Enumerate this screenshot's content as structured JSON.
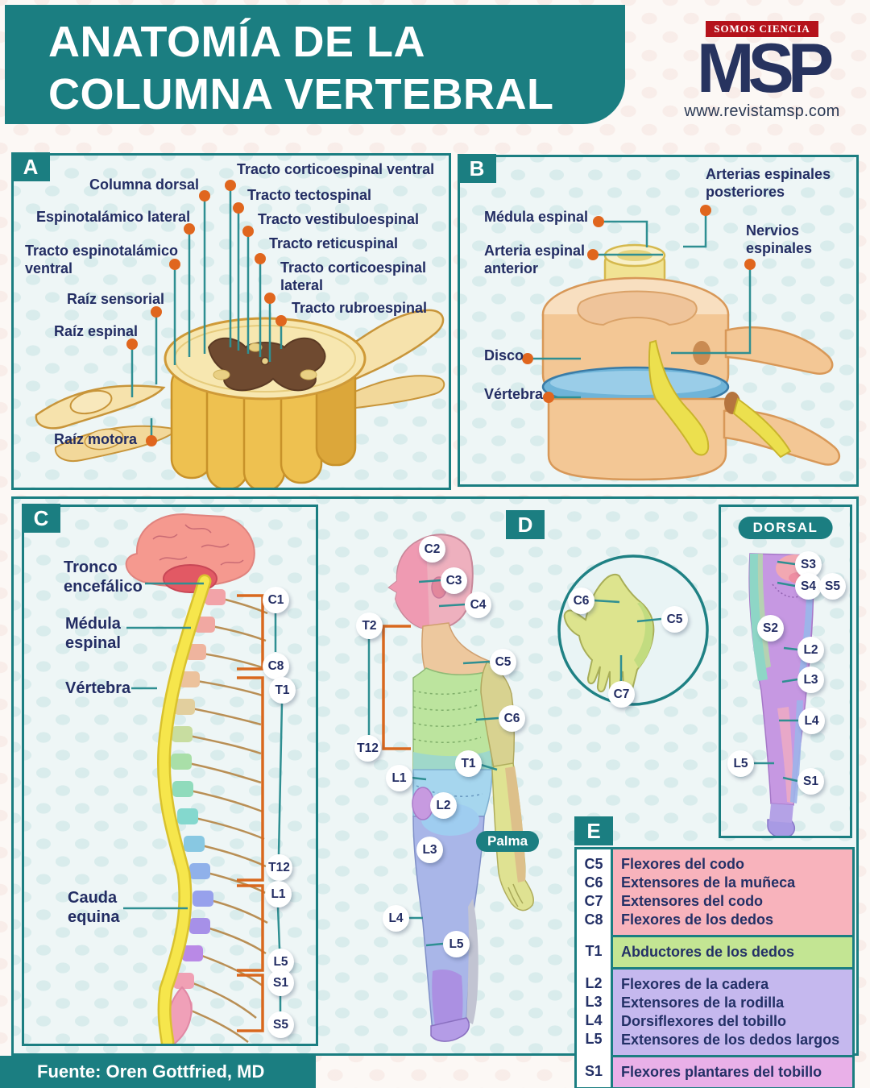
{
  "header": {
    "title": "ANATOMÍA DE LA\nCOLUMNA VERTEBRAL",
    "brand_tagline": "SOMOS CIENCIA",
    "brand_logo": "MSP",
    "brand_url": "www.revistamsp.com"
  },
  "panel_a": {
    "tab": "A",
    "labels": {
      "columna_dorsal": "Columna dorsal",
      "corticoespinal_ventral": "Tracto corticoespinal ventral",
      "tectospinal": "Tracto tectospinal",
      "espinotalamico_lateral": "Espinotalámico lateral",
      "vestibuloespinal": "Tracto vestibuloespinal",
      "reticuspinal": "Tracto reticuspinal",
      "espinotalamico_ventral": "Tracto espinotalámico\nventral",
      "corticoespinal_lateral": "Tracto corticoespinal\nlateral",
      "raiz_sensorial": "Raíz sensorial",
      "rubroespinal": "Tracto rubroespinal",
      "raiz_espinal": "Raíz espinal",
      "raiz_motora": "Raíz motora"
    }
  },
  "panel_b": {
    "tab": "B",
    "labels": {
      "medula_espinal": "Médula espinal",
      "arteria_espinal_anterior": "Arteria espinal\nanterior",
      "arterias_espinales_posteriores": "Arterias espinales\nposteriores",
      "nervios_espinales": "Nervios\nespinales",
      "disco": "Disco",
      "vertebra": "Vértebra"
    }
  },
  "panel_c": {
    "tab": "C",
    "labels": {
      "tronco_encefalico": "Tronco\nencefálico",
      "medula_espinal": "Médula\nespinal",
      "vertebra": "Vértebra",
      "cauda_equina": "Cauda\nequina"
    },
    "levels": [
      "C1",
      "C8",
      "T1",
      "T12",
      "L1",
      "L5",
      "S1",
      "S5"
    ]
  },
  "panel_d": {
    "tab": "D",
    "body_levels": [
      "C2",
      "C3",
      "C4",
      "T2",
      "C5",
      "C6",
      "T12",
      "T1",
      "L1",
      "L2",
      "L3",
      "L4",
      "L5"
    ],
    "hand_levels": [
      "C6",
      "C5",
      "C7"
    ],
    "palma": "Palma",
    "dorsal_title": "DORSAL",
    "dorsal_levels": [
      "S3",
      "S4",
      "S5",
      "S2",
      "L2",
      "L3",
      "L4",
      "L5",
      "S1"
    ]
  },
  "panel_e": {
    "tab": "E",
    "groups": [
      {
        "rows": [
          {
            "level": "C5",
            "label": "Flexores del codo"
          },
          {
            "level": "C6",
            "label": "Extensores de la muñeca"
          },
          {
            "level": "C7",
            "label": "Extensores del codo"
          },
          {
            "level": "C8",
            "label": "Flexores de los dedos"
          }
        ]
      },
      {
        "rows": [
          {
            "level": "T1",
            "label": "Abductores de los dedos"
          }
        ]
      },
      {
        "rows": [
          {
            "level": "L2",
            "label": "Flexores de la cadera"
          },
          {
            "level": "L3",
            "label": "Extensores de la rodilla"
          },
          {
            "level": "L4",
            "label": "Dorsiflexores del tobillo"
          },
          {
            "level": "L5",
            "label": "Extensores de los dedos largos"
          }
        ]
      },
      {
        "rows": [
          {
            "level": "S1",
            "label": "Flexores plantares del tobillo"
          }
        ]
      }
    ]
  },
  "footer": {
    "source": "Fuente: Oren Gottfried, MD"
  },
  "colors": {
    "teal": "#1b7e81",
    "navy": "#232d63",
    "orange": "#e0661e",
    "brand_red": "#b5121b",
    "row_pink": "#f8b3bc",
    "row_green": "#c3e593",
    "row_lavender": "#c5b8ee",
    "row_plum": "#e9b0e8"
  }
}
